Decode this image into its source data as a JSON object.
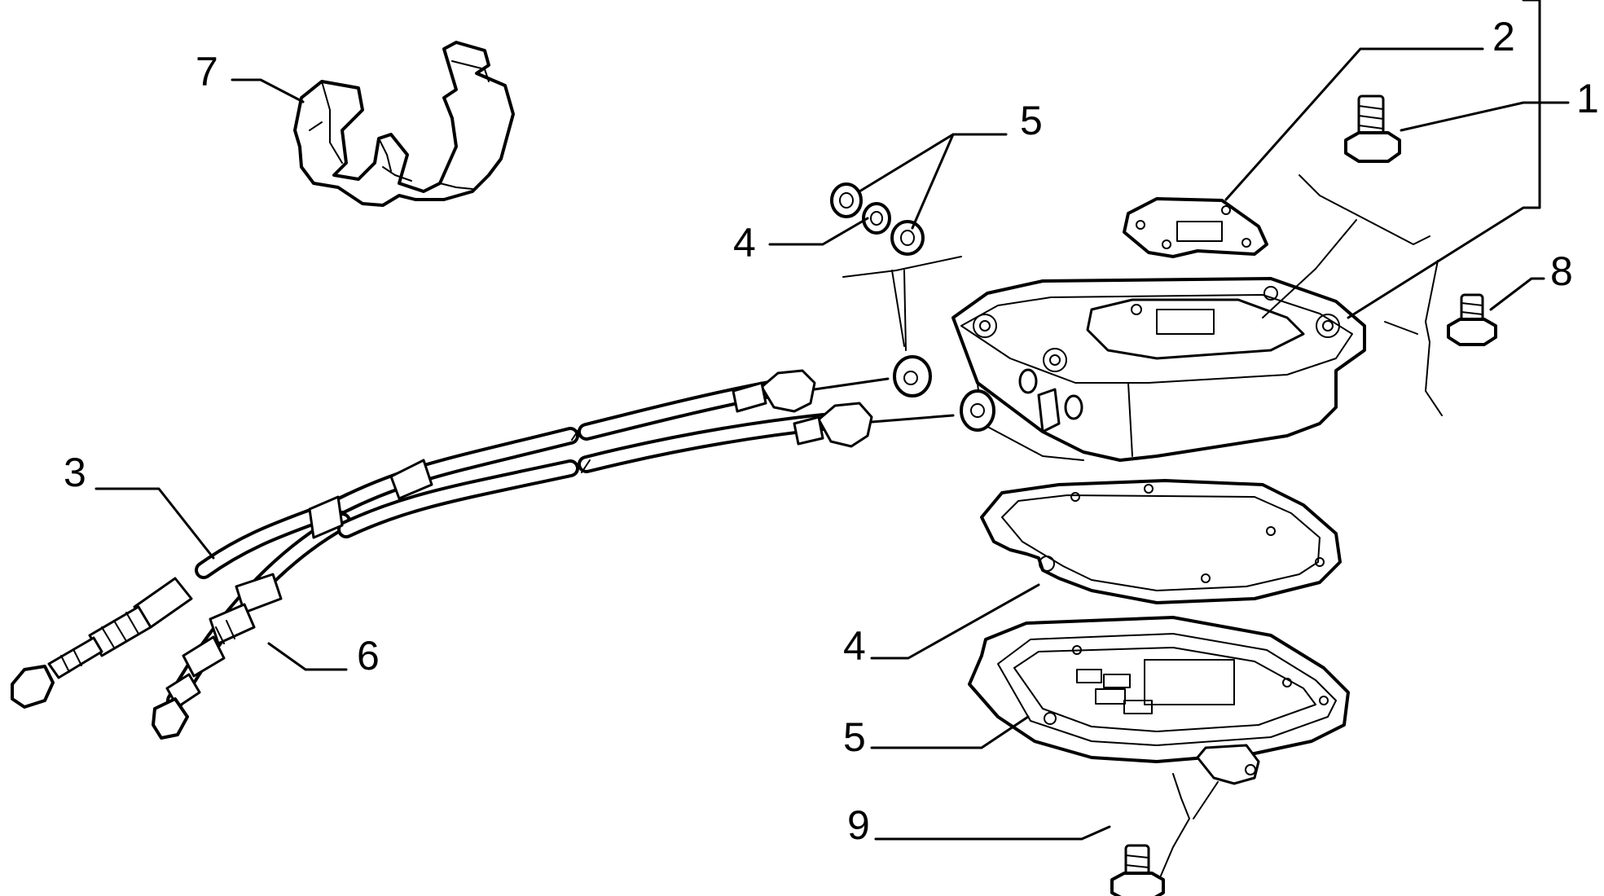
{
  "callouts": {
    "label_1": "1",
    "label_2": "2",
    "label_3": "3",
    "label_4_top": "4",
    "label_4_bottom": "4",
    "label_5_top": "5",
    "label_5_bottom": "5",
    "label_6": "6",
    "label_7": "7",
    "label_8": "8",
    "label_9": "9"
  },
  "colors": {
    "line": "#000000",
    "background": "#ffffff"
  }
}
